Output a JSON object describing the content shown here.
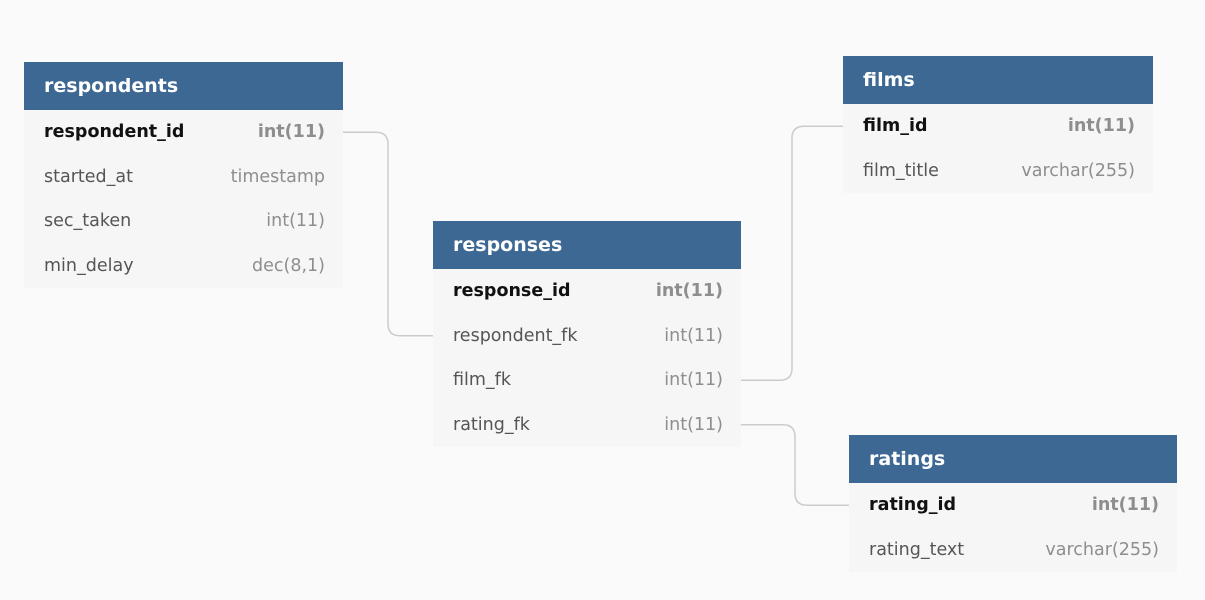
{
  "diagram": {
    "tables": [
      {
        "id": "respondents",
        "name": "respondents",
        "columns": [
          {
            "name": "respondent_id",
            "type": "int(11)",
            "pk": true
          },
          {
            "name": "started_at",
            "type": "timestamp",
            "pk": false
          },
          {
            "name": "sec_taken",
            "type": "int(11)",
            "pk": false
          },
          {
            "name": "min_delay",
            "type": "dec(8,1)",
            "pk": false
          }
        ]
      },
      {
        "id": "films",
        "name": "films",
        "columns": [
          {
            "name": "film_id",
            "type": "int(11)",
            "pk": true
          },
          {
            "name": "film_title",
            "type": "varchar(255)",
            "pk": false
          }
        ]
      },
      {
        "id": "responses",
        "name": "responses",
        "columns": [
          {
            "name": "response_id",
            "type": "int(11)",
            "pk": true
          },
          {
            "name": "respondent_fk",
            "type": "int(11)",
            "pk": false
          },
          {
            "name": "film_fk",
            "type": "int(11)",
            "pk": false
          },
          {
            "name": "rating_fk",
            "type": "int(11)",
            "pk": false
          }
        ]
      },
      {
        "id": "ratings",
        "name": "ratings",
        "columns": [
          {
            "name": "rating_id",
            "type": "int(11)",
            "pk": true
          },
          {
            "name": "rating_text",
            "type": "varchar(255)",
            "pk": false
          }
        ]
      }
    ],
    "relations": [
      {
        "from": "respondents.respondent_id",
        "to": "responses.respondent_fk"
      },
      {
        "from": "films.film_id",
        "to": "responses.film_fk"
      },
      {
        "from": "ratings.rating_id",
        "to": "responses.rating_fk"
      }
    ],
    "colors": {
      "header_bg": "#3d6894",
      "header_text": "#ffffff",
      "table_bg": "#f6f6f6",
      "page_bg": "#fafafa",
      "connector": "#cccccc"
    }
  }
}
